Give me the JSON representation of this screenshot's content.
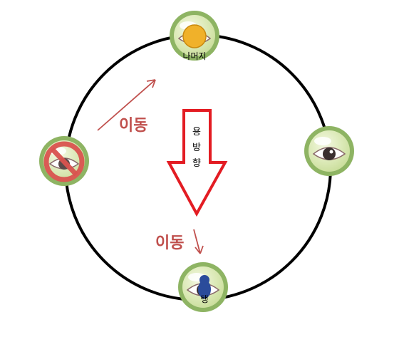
{
  "diagram": {
    "nodes": {
      "top": {
        "label": "나머지",
        "icon": "eye-icon",
        "marker": "yellow-token"
      },
      "right": {
        "label": "",
        "icon": "eye-icon"
      },
      "bottom": {
        "label": "탱",
        "icon": "eye-icon",
        "marker": "blue-pawn"
      },
      "left": {
        "label": "",
        "icon": "prohibited-eye-icon"
      }
    },
    "arrows": {
      "center_chars": [
        "용",
        "방",
        "향"
      ],
      "move_left_label": "이동",
      "move_bottom_label": "이동"
    },
    "colors": {
      "node_outer": "#8eb463",
      "node_inner": "#dbe9b6",
      "big_arrow_stroke": "#e31c23",
      "move_arrow": "#c0504d",
      "move_text": "#c0504d",
      "ring": "#000000",
      "token_yellow": "#f0b12a",
      "pawn_blue": "#2b4c9b",
      "prohibited_red": "#d9534f"
    }
  }
}
